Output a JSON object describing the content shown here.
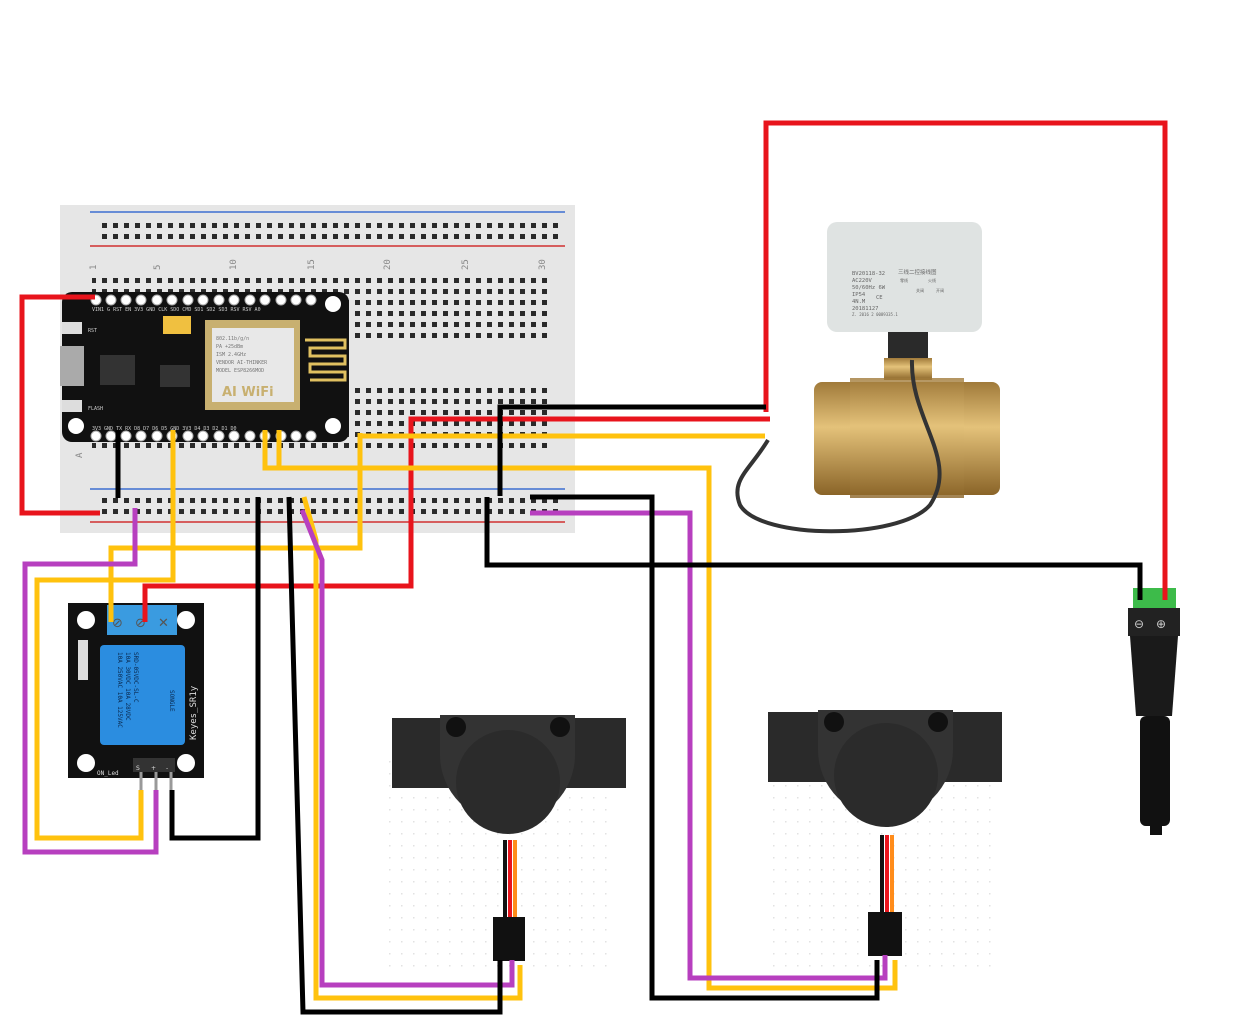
{
  "colors": {
    "red_wire": "#e8141c",
    "yellow_wire": "#ffc20e",
    "purple_wire": "#b73fbf",
    "black_wire": "#000000",
    "breadboard": "#e6e6e6",
    "relay_blue": "#2b8de0",
    "pcb_black": "#111111"
  },
  "breadboard": {
    "column_numbers": [
      "1",
      "5",
      "10",
      "15",
      "20",
      "25",
      "30"
    ],
    "row_letter": "A"
  },
  "nodemcu": {
    "top_pins": "VIN1 G RST EN 3V3 GND CLK SDO CMD SD1 SD2 SD3 RSV RSV A0",
    "bottom_pins": "3V3 GND TX RX D8 D7 D6 D5 GND 3V3 D4 D3 D2 D1 D0",
    "module_text": [
      "MODEL ESP8266MOD",
      "VENDOR AI-THINKER",
      "ISM 2.4GHz",
      "PA +25dBm",
      "802.11b/g/n"
    ],
    "wifi_logo": "AI WiFi",
    "button_labels": [
      "RST",
      "FLASH"
    ]
  },
  "relay": {
    "name": "Keyes_SR1y",
    "led_label": "ON_Led",
    "relay_text": [
      "10A 250VAC 10A 125VAC",
      "10A 30VDC 10A 28VDC",
      "SRD-05VDC-SL-C"
    ],
    "brand": "SONGLE",
    "pins": [
      "S",
      "+",
      "-"
    ],
    "terminal_marks": [
      "⊘",
      "⊘",
      "✕"
    ]
  },
  "valve": {
    "label_lines": [
      "BV20118-32",
      "AC220V",
      "50/60Hz 6W",
      "IP54",
      "4N.M",
      "20181127",
      "Z. 2016 2 0089335.1"
    ],
    "ce_mark": "CE",
    "diagram_title": "三线二控接线图",
    "diagram_labels": [
      "零线",
      "火线",
      "关阀",
      "开阀"
    ]
  },
  "dc_jack": {
    "terminals": [
      "⊖",
      "⊕"
    ]
  }
}
